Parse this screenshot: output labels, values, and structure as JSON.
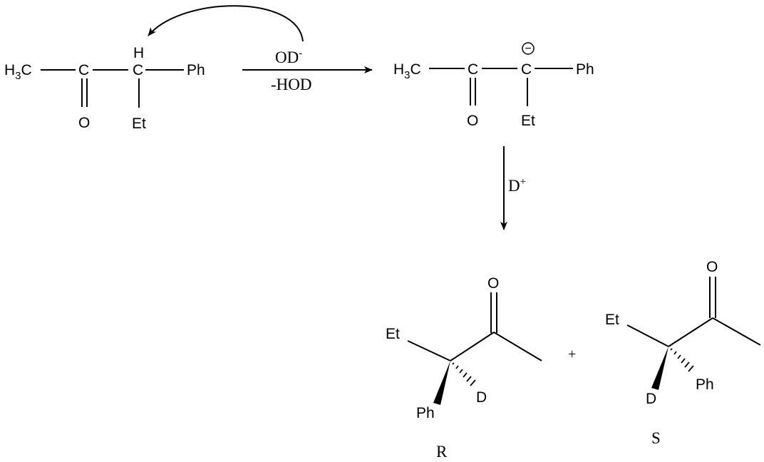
{
  "reactant": {
    "ch3": "H",
    "ch3_sub": "3",
    "ch3_c": "C",
    "carbonyl_c": "C",
    "carbonyl_o": "O",
    "alpha_h": "H",
    "alpha_c": "C",
    "phenyl": "Ph",
    "ethyl": "Et"
  },
  "step1": {
    "base": "OD",
    "base_charge": "-",
    "byproduct": "-HOD"
  },
  "intermediate": {
    "ch3": "H",
    "ch3_sub": "3",
    "ch3_c": "C",
    "carbonyl_c": "C",
    "carbonyl_o": "O",
    "carbanion_c": "C",
    "charge_symbol": "−",
    "phenyl": "Ph",
    "ethyl": "Et"
  },
  "step2": {
    "reagent": "D",
    "reagent_charge": "+"
  },
  "product_r": {
    "oxygen": "O",
    "ethyl": "Et",
    "phenyl": "Ph",
    "deuterium": "D",
    "label": "R"
  },
  "plus_sign": "+",
  "product_s": {
    "oxygen": "O",
    "ethyl": "Et",
    "phenyl": "Ph",
    "deuterium": "D",
    "label": "S"
  },
  "icons": [
    "curved-arrow-icon",
    "reaction-arrow-icon",
    "hashed-wedge-bond-icon",
    "solid-wedge-bond-icon",
    "negative-charge-icon"
  ]
}
